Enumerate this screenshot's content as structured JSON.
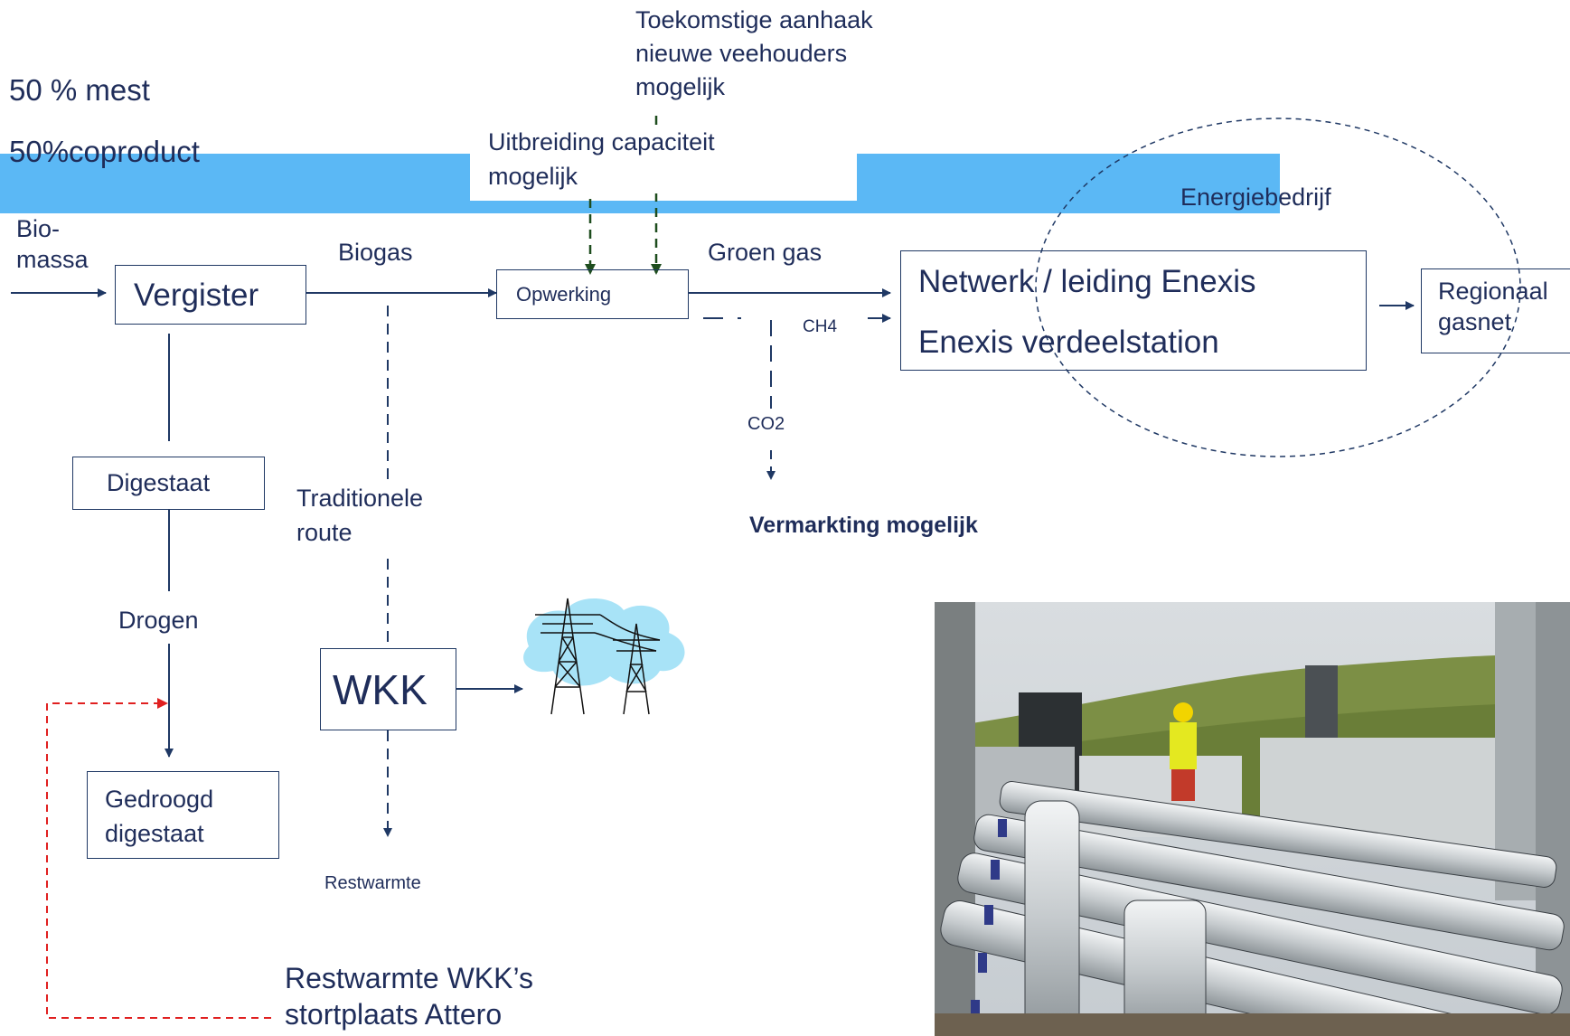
{
  "feed": {
    "mest": "50 % mest",
    "coproduct": "50%coproduct"
  },
  "future_note": {
    "line1": "Toekomstige aanhaak",
    "line2": "nieuwe veehouders",
    "line3": "mogelijk"
  },
  "expansion_note": {
    "line1": "Uitbreiding capaciteit",
    "line2": "mogelijk"
  },
  "energy_company": "Energiebedrijf",
  "labels": {
    "biomassa_1": "Bio-",
    "biomassa_2": "massa",
    "biogas": "Biogas",
    "groen_gas": "Groen gas",
    "ch4": "CH4",
    "co2": "CO2",
    "vermarkting": "Vermarkting mogelijk",
    "traditionele_1": "Traditionele",
    "traditionele_2": "route",
    "drogen": "Drogen",
    "restwarmte": "Restwarmte",
    "restwarmte_wkk_1": "Restwarmte WKK’s",
    "restwarmte_wkk_2": "stortplaats Attero"
  },
  "boxes": {
    "vergister": "Vergister",
    "opwerking": "Opwerking",
    "netwerk": "Netwerk / leiding Enexis",
    "verdeelstation": "Enexis verdeelstation",
    "regionaal_1": "Regionaal",
    "regionaal_2": "gasnet",
    "digestaat": "Digestaat",
    "wkk": "WKK",
    "gedroogd_1": "Gedroogd",
    "gedroogd_2": "digestaat"
  },
  "colors": {
    "banner": "#5bb8f5",
    "lines": "#1f3864",
    "green_arrows": "#1e4d1e",
    "red_arrow": "#e02020"
  }
}
